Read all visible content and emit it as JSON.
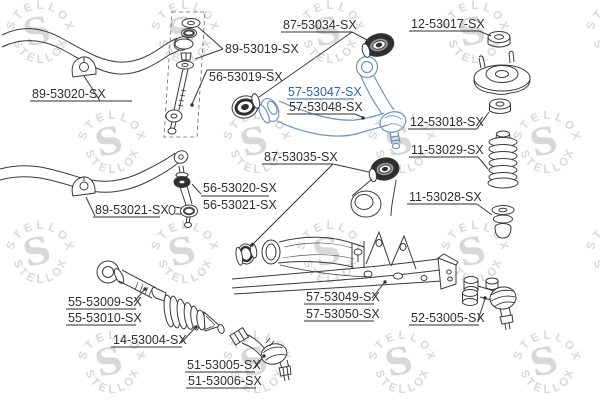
{
  "watermark": {
    "brand": "STELLOX",
    "color": "#d8d8d8"
  },
  "colors": {
    "line_art": "#3a3a3a",
    "highlighted_part": "#7292bd",
    "link_text": "#3565a4",
    "label_text": "#2f2f2f",
    "bushing_dark": "#2e2e2e"
  },
  "selected_part": "57-53047-SX",
  "parts": [
    {
      "label": "87-53034-SX",
      "link": false
    },
    {
      "label": "12-53017-SX",
      "link": false
    },
    {
      "label": "89-53019-SX",
      "link": false
    },
    {
      "label": "56-53019-SX",
      "link": false
    },
    {
      "label": "57-53047-SX",
      "link": true
    },
    {
      "label": "57-53048-SX",
      "link": false
    },
    {
      "label": "89-53020-SX",
      "link": false
    },
    {
      "label": "12-53018-SX",
      "link": false
    },
    {
      "label": "11-53029-SX",
      "link": false
    },
    {
      "label": "87-53035-SX",
      "link": false
    },
    {
      "label": "11-53028-SX",
      "link": false
    },
    {
      "label": "56-53020-SX",
      "link": false
    },
    {
      "label": "56-53021-SX",
      "link": false
    },
    {
      "label": "89-53021-SX",
      "link": false
    },
    {
      "label": "55-53009-SX",
      "link": false
    },
    {
      "label": "55-53010-SX",
      "link": false
    },
    {
      "label": "57-53049-SX",
      "link": false
    },
    {
      "label": "57-53050-SX",
      "link": false
    },
    {
      "label": "52-53005-SX",
      "link": false
    },
    {
      "label": "14-53004-SX",
      "link": false
    },
    {
      "label": "51-53005-SX",
      "link": false
    },
    {
      "label": "51-53006-SX",
      "link": false
    }
  ]
}
